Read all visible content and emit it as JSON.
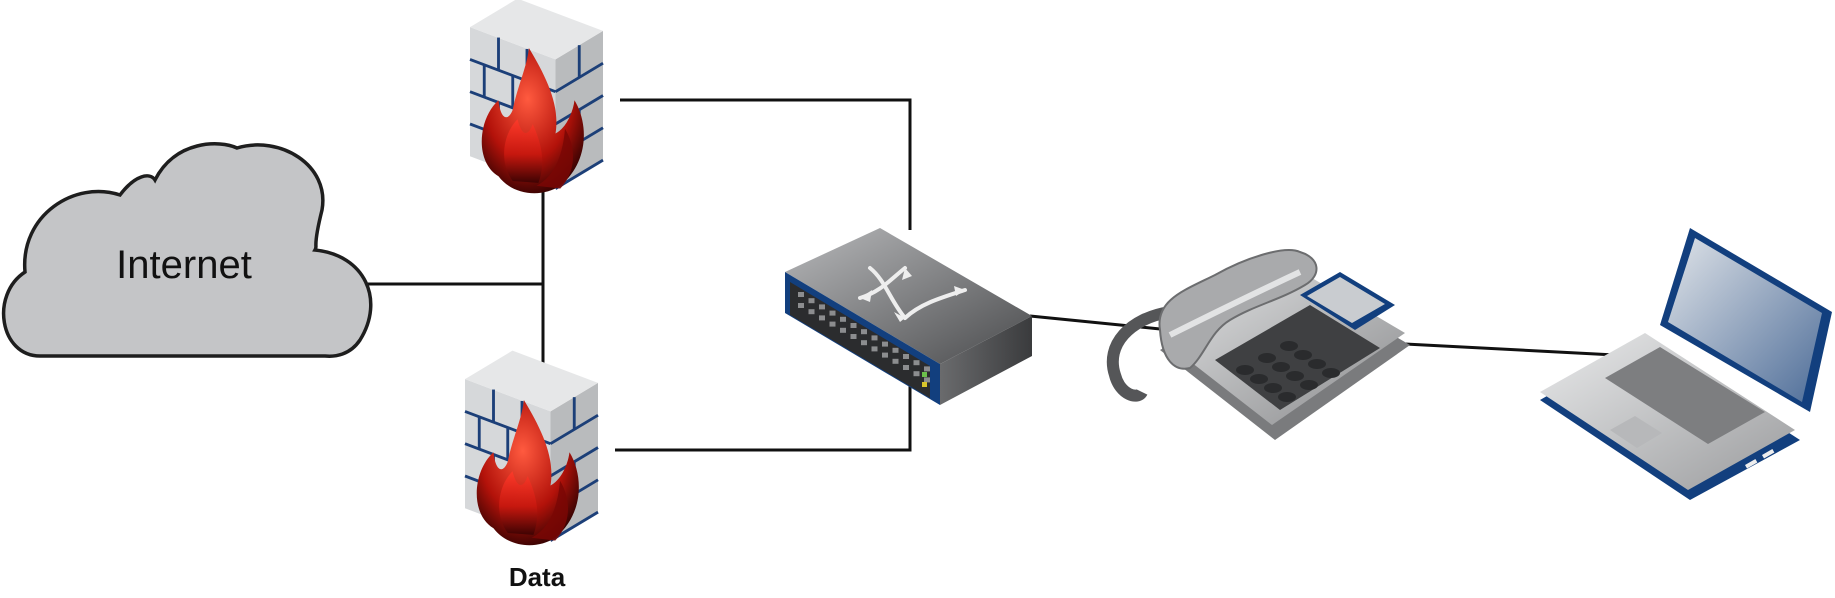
{
  "diagram": {
    "nodes": {
      "internet": {
        "label": "Internet",
        "icon": "cloud-icon"
      },
      "firewall_top": {
        "label": "",
        "icon": "firewall-icon"
      },
      "firewall_bottom": {
        "label": "Data",
        "icon": "firewall-icon"
      },
      "switch": {
        "label": "",
        "icon": "network-switch-icon"
      },
      "phone": {
        "label": "",
        "icon": "ip-phone-icon"
      },
      "laptop": {
        "label": "",
        "icon": "laptop-icon"
      }
    },
    "edges": [
      {
        "from": "internet",
        "to": "firewall_top"
      },
      {
        "from": "internet",
        "to": "firewall_bottom"
      },
      {
        "from": "firewall_top",
        "to": "switch"
      },
      {
        "from": "firewall_bottom",
        "to": "switch"
      },
      {
        "from": "switch",
        "to": "phone"
      },
      {
        "from": "phone",
        "to": "laptop"
      }
    ],
    "colors": {
      "line": "#111111",
      "cloud_fill": "#c4c5c7",
      "brick": "#cfd1d3",
      "mortar": "#1c3f78",
      "flame": "#c8180f",
      "accent_blue": "#123f7e",
      "device_grey": "#6e6f71"
    }
  }
}
